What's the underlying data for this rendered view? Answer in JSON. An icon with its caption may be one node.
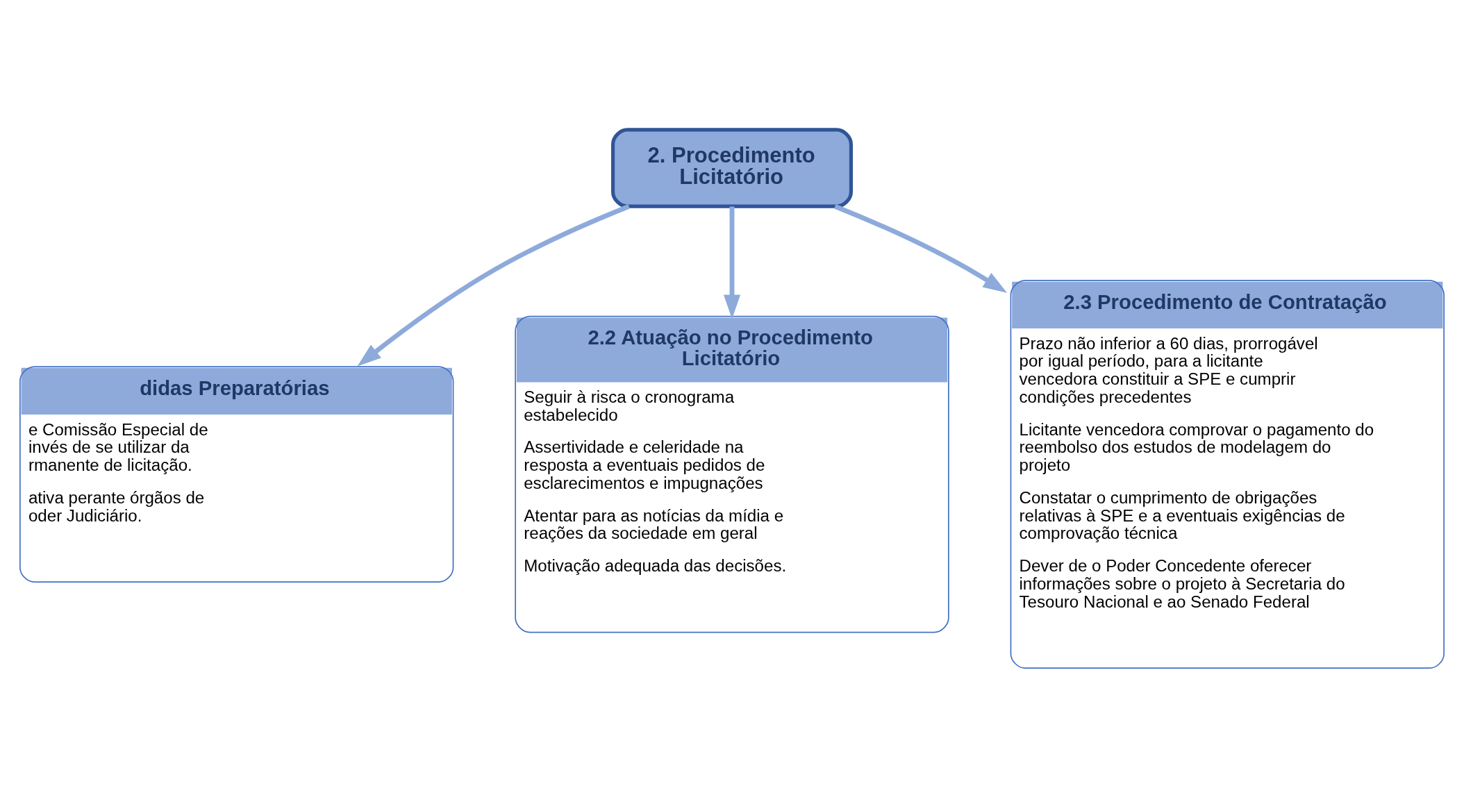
{
  "diagram": {
    "nodes": [
      {
        "text": [
          "2. Procedimento Licitatório"
        ]
      },
      {
        "text": [
          "didas Preparatórias",
          "e Comissão Especial de invés de se utilizar da rmanente de licitação.",
          "ativa perante órgãos de oder Judiciário."
        ]
      },
      {
        "text": [
          "2.2 Atuação no Procedimento Licitatório",
          "Seguir à risca o cronograma estabelecido",
          "Assertividade e celeridade na resposta a eventuais pedidos de esclarecimentos e impugnações",
          "Atentar para as notícias da mídia e reações da sociedade em geral",
          "Motivação adequada das decisões."
        ]
      },
      {
        "text": [
          "2.3 Procedimento de Contratação",
          "Prazo não inferior a 60 dias, prorrogável por igual período, para a licitante vencedora constituir a SPE e cumprir condições precedentes",
          "Licitante vencedora comprovar o pagamento do reembolso dos estudos de modelagem do projeto",
          "Constatar o cumprimento de obrigações relativas à SPE e a eventuais exigências de comprovação técnica",
          "Dever de o Poder Concedente oferecer informações sobre o projeto à Secretaria do Tesouro Nacional e ao Senado Federal"
        ]
      }
    ],
    "edges": [
      {
        "from": 0,
        "to": 1,
        "arrow": "to"
      },
      {
        "from": 0,
        "to": 2,
        "arrow": "to"
      },
      {
        "from": 0,
        "to": 3,
        "arrow": "to"
      }
    ]
  }
}
